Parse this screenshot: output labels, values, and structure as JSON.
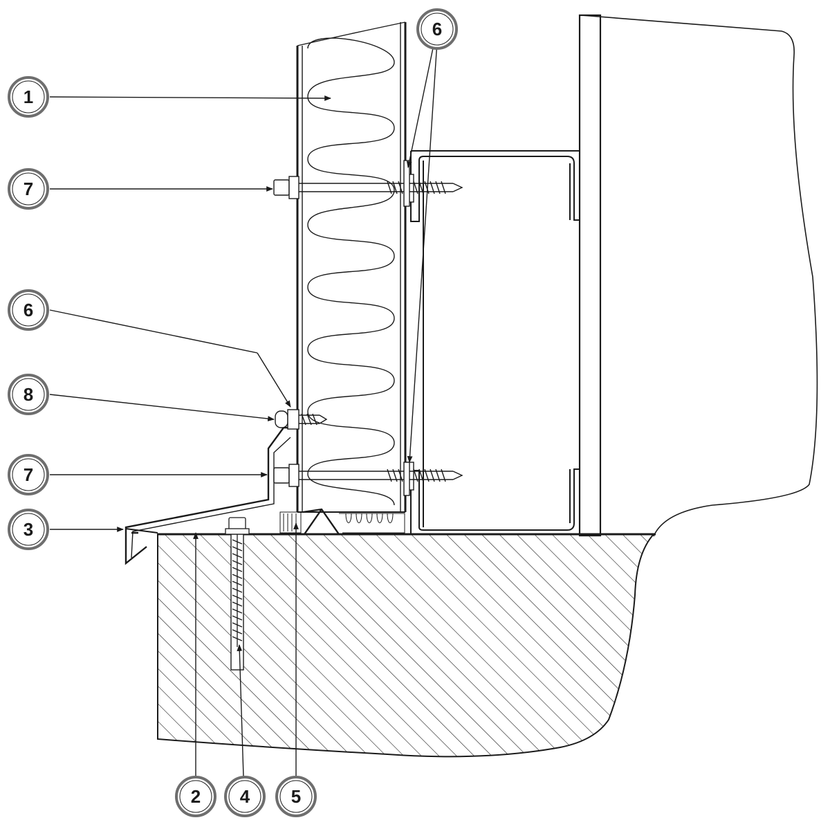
{
  "diagram": {
    "colors": {
      "line": "#1a1a1a",
      "callout_fill": "#ffffff",
      "callout_ring": "#6e6e6e",
      "background": "#ffffff"
    },
    "callouts": [
      {
        "id": "1",
        "label": "1"
      },
      {
        "id": "7",
        "label": "7"
      },
      {
        "id": "6",
        "label": "6"
      },
      {
        "id": "8",
        "label": "8"
      },
      {
        "id": "3",
        "label": "3"
      },
      {
        "id": "2",
        "label": "2"
      },
      {
        "id": "4",
        "label": "4"
      },
      {
        "id": "5",
        "label": "5"
      }
    ]
  }
}
